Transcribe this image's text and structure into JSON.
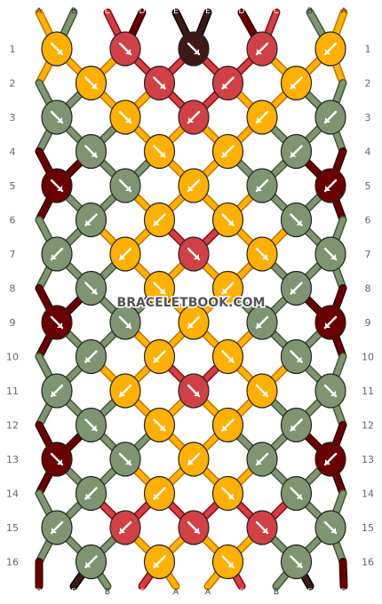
{
  "watermark": "BRACELETBOOK.COM",
  "string_colors": {
    "A": "#FFB000",
    "B": "#7F9572",
    "C": "#D04044",
    "D": "#6B0000",
    "E": "#3E1A16"
  },
  "top_strings": [
    "A",
    "B",
    "C",
    "D",
    "E",
    "E",
    "D",
    "C",
    "B",
    "A"
  ],
  "bottom_strings": [
    "D",
    "E",
    "B",
    "C",
    "A",
    "A",
    "C",
    "B",
    "E",
    "D"
  ],
  "row_numbers": [
    "1",
    "2",
    "3",
    "4",
    "5",
    "6",
    "7",
    "8",
    "9",
    "10",
    "11",
    "12",
    "13",
    "14",
    "15",
    "16"
  ],
  "knot_rows": [
    [
      {
        "c": "A",
        "d": "se"
      },
      {
        "c": "C",
        "d": "se"
      },
      {
        "c": "E",
        "d": "se"
      },
      {
        "c": "C",
        "d": "sw"
      },
      {
        "c": "A",
        "d": "sw"
      }
    ],
    [
      {
        "c": "A",
        "d": "se"
      },
      {
        "c": "C",
        "d": "se"
      },
      {
        "c": "C",
        "d": "sw"
      },
      {
        "c": "A",
        "d": "sw"
      }
    ],
    [
      {
        "c": "B",
        "d": "se"
      },
      {
        "c": "A",
        "d": "se"
      },
      {
        "c": "C",
        "d": "sw"
      },
      {
        "c": "A",
        "d": "sw"
      },
      {
        "c": "B",
        "d": "sw"
      }
    ],
    [
      {
        "c": "B",
        "d": "se"
      },
      {
        "c": "A",
        "d": "se"
      },
      {
        "c": "A",
        "d": "sw"
      },
      {
        "c": "B",
        "d": "sw"
      }
    ],
    [
      {
        "c": "D",
        "d": "se"
      },
      {
        "c": "B",
        "d": "se"
      },
      {
        "c": "A",
        "d": "sw"
      },
      {
        "c": "B",
        "d": "sw"
      },
      {
        "c": "D",
        "d": "sw"
      }
    ],
    [
      {
        "c": "B",
        "d": "sw"
      },
      {
        "c": "A",
        "d": "sw"
      },
      {
        "c": "A",
        "d": "se"
      },
      {
        "c": "B",
        "d": "se"
      }
    ],
    [
      {
        "c": "B",
        "d": "sw"
      },
      {
        "c": "A",
        "d": "sw"
      },
      {
        "c": "C",
        "d": "se"
      },
      {
        "c": "A",
        "d": "se"
      },
      {
        "c": "B",
        "d": "se"
      }
    ],
    [
      {
        "c": "B",
        "d": "se"
      },
      {
        "c": "A",
        "d": "se"
      },
      {
        "c": "A",
        "d": "sw"
      },
      {
        "c": "B",
        "d": "sw"
      }
    ],
    [
      {
        "c": "D",
        "d": "se"
      },
      {
        "c": "B",
        "d": "se"
      },
      {
        "c": "A",
        "d": "sw"
      },
      {
        "c": "B",
        "d": "sw"
      },
      {
        "c": "D",
        "d": "sw"
      }
    ],
    [
      {
        "c": "B",
        "d": "sw"
      },
      {
        "c": "A",
        "d": "sw"
      },
      {
        "c": "A",
        "d": "se"
      },
      {
        "c": "B",
        "d": "se"
      }
    ],
    [
      {
        "c": "B",
        "d": "sw"
      },
      {
        "c": "A",
        "d": "sw"
      },
      {
        "c": "C",
        "d": "se"
      },
      {
        "c": "A",
        "d": "se"
      },
      {
        "c": "B",
        "d": "se"
      }
    ],
    [
      {
        "c": "B",
        "d": "se"
      },
      {
        "c": "A",
        "d": "se"
      },
      {
        "c": "A",
        "d": "sw"
      },
      {
        "c": "B",
        "d": "sw"
      }
    ],
    [
      {
        "c": "D",
        "d": "se"
      },
      {
        "c": "B",
        "d": "se"
      },
      {
        "c": "A",
        "d": "sw"
      },
      {
        "c": "B",
        "d": "sw"
      },
      {
        "c": "D",
        "d": "sw"
      }
    ],
    [
      {
        "c": "B",
        "d": "sw"
      },
      {
        "c": "A",
        "d": "sw"
      },
      {
        "c": "A",
        "d": "se"
      },
      {
        "c": "B",
        "d": "se"
      }
    ],
    [
      {
        "c": "B",
        "d": "sw"
      },
      {
        "c": "C",
        "d": "sw"
      },
      {
        "c": "C",
        "d": "se"
      },
      {
        "c": "C",
        "d": "se"
      },
      {
        "c": "B",
        "d": "se"
      }
    ],
    [
      {
        "c": "B",
        "d": "sw"
      },
      {
        "c": "A",
        "d": "sw"
      },
      {
        "c": "A",
        "d": "se"
      },
      {
        "c": "B",
        "d": "se"
      }
    ]
  ]
}
